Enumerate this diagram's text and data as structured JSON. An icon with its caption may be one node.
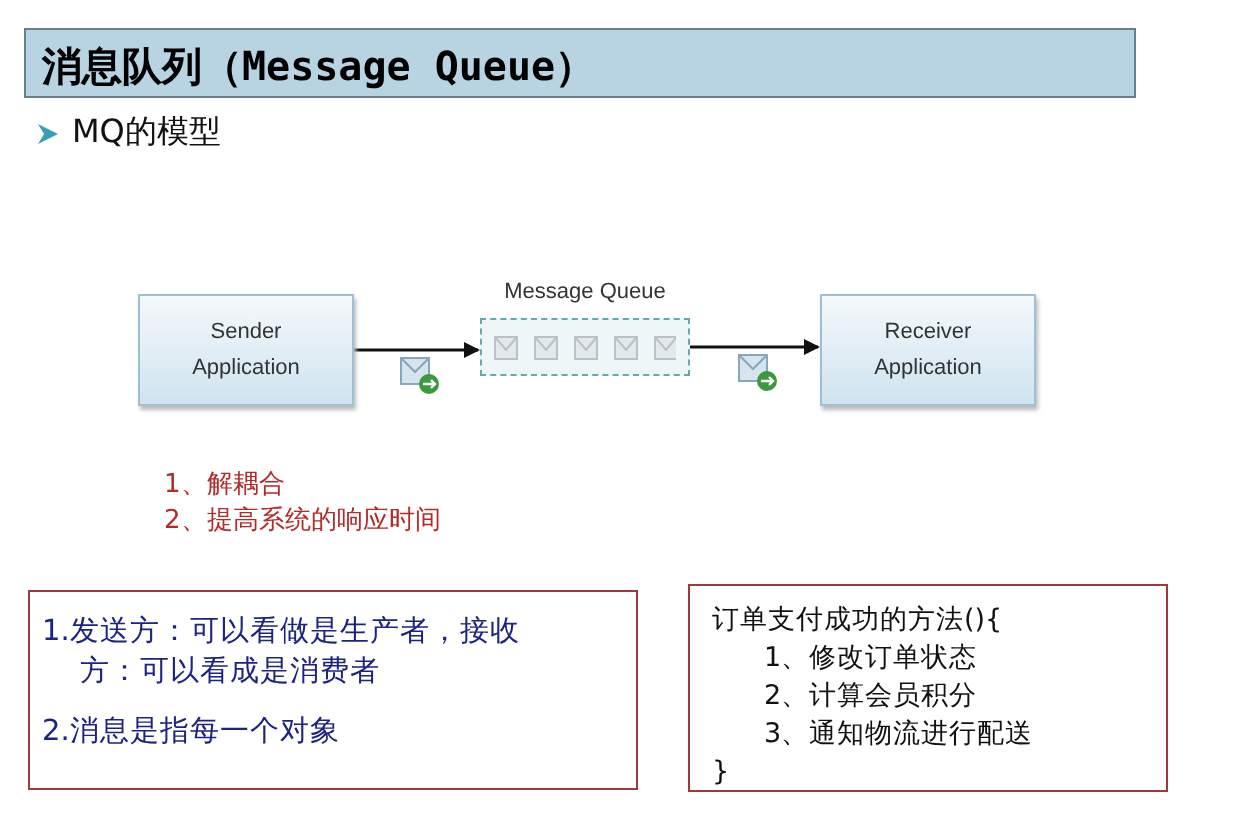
{
  "diagram": {
    "title": "消息队列（Message Queue）",
    "nodes": [
      {
        "text": [
          "Sender Application"
        ]
      },
      {
        "text": [
          "Message Queue"
        ]
      },
      {
        "text": [
          "Receiver Application"
        ]
      },
      {
        "text": [
          "1.发送方：可以看做是生产者，接收方：可以看成是消费者",
          "2.消息是指每一个对象"
        ]
      },
      {
        "text": [
          "订单支付成功的方法(){",
          "1、修改订单状态",
          "2、计算会员积分",
          "3、通知物流进行配送",
          "}"
        ]
      }
    ],
    "edges": [
      {
        "from": 0,
        "to": 1,
        "arrow": "to"
      },
      {
        "from": 1,
        "to": 2,
        "arrow": "to"
      }
    ],
    "labels": [
      "MQ的模型",
      "1、解耦合",
      "2、提高系统的响应时间"
    ]
  }
}
